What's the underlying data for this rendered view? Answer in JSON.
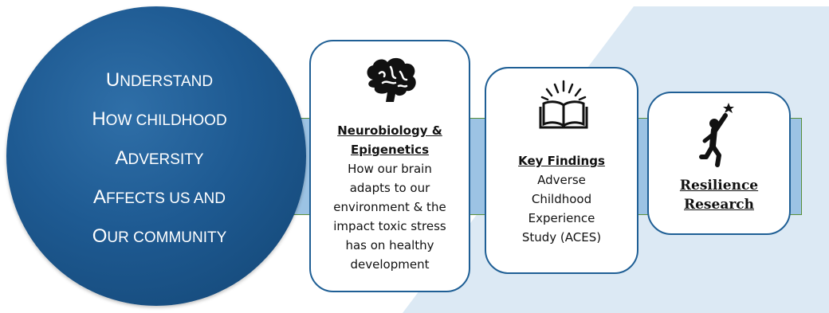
{
  "colors": {
    "circle": "#1e5a92",
    "band": "#9cc3e4",
    "band_border": "#5b8f3a",
    "card_border": "#1f5f95",
    "wedge": "#dce9f4"
  },
  "circle": {
    "lines": [
      {
        "first": "U",
        "rest": "NDERSTAND"
      },
      {
        "first": "H",
        "rest": "OW CHILDHOOD"
      },
      {
        "first": "A",
        "rest": "DVERSITY"
      },
      {
        "first": "A",
        "rest": "FFECTS US AND"
      },
      {
        "first": "O",
        "rest": "UR COMMUNITY"
      }
    ]
  },
  "cards": [
    {
      "icon": "brain-icon",
      "title_lines": [
        "Neurobiology &",
        "Epigenetics"
      ],
      "body_lines": [
        "How our brain",
        "adapts to our",
        "environment & the",
        "impact toxic stress",
        "has on healthy",
        "development"
      ]
    },
    {
      "icon": "open-book-icon",
      "title_lines": [
        "Key Findings"
      ],
      "body_lines": [
        "Adverse",
        "Childhood",
        "Experience",
        "Study (ACES)"
      ]
    },
    {
      "icon": "person-reaching-star-icon",
      "title_lines": [
        "Resilience",
        "Research"
      ],
      "body_lines": []
    }
  ]
}
